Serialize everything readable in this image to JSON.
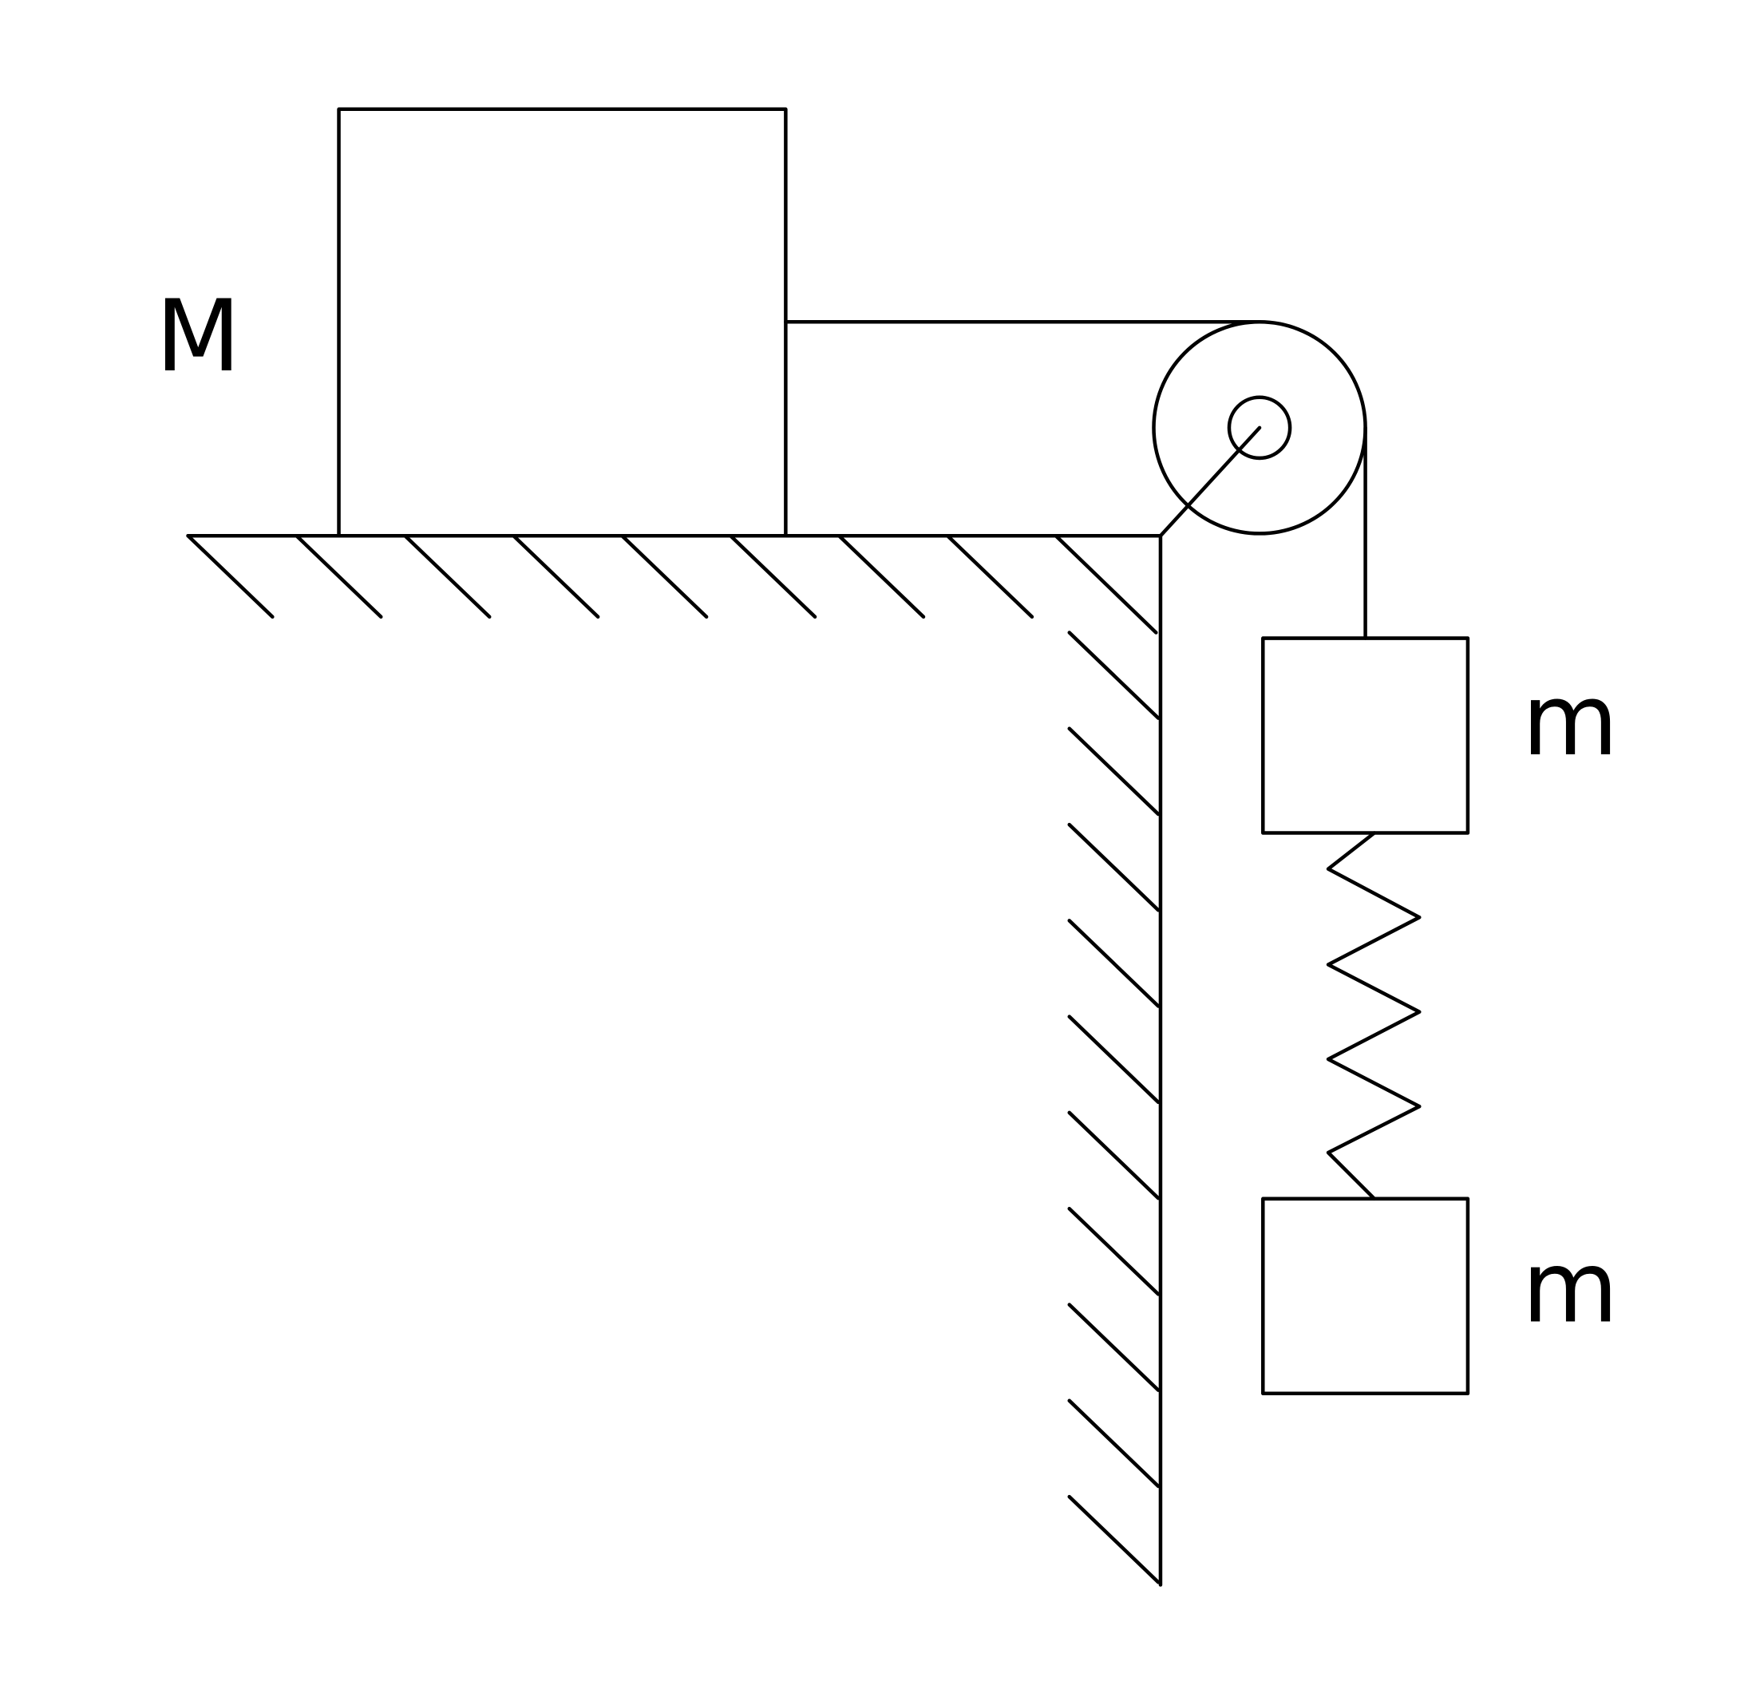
{
  "labels": {
    "big_mass": "M",
    "mass_upper": "m",
    "mass_lower": "m"
  },
  "colors": {
    "stroke": "#000000",
    "background": "#ffffff"
  }
}
